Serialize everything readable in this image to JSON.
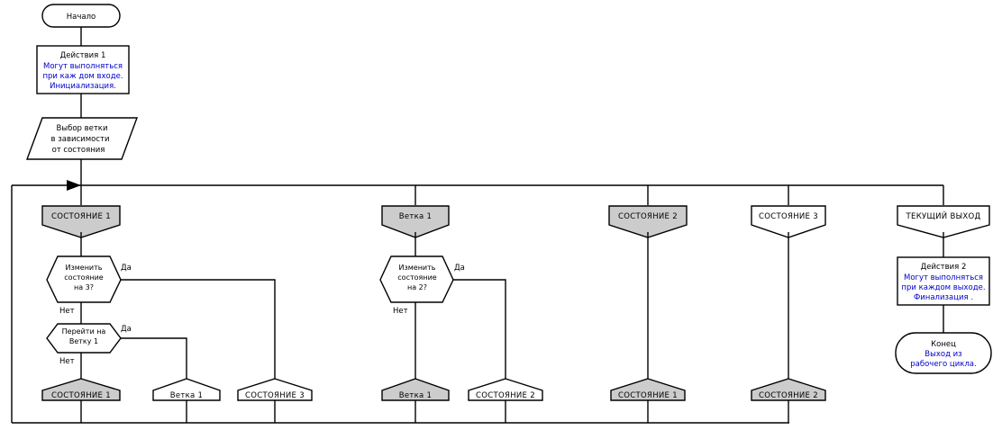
{
  "diagram": {
    "title_language": "ru",
    "colors": {
      "shape_fill": "#ffffff",
      "shape_fill_active": "#cccccc",
      "stroke": "#000000",
      "note_text": "#0000cc",
      "label_text": "#000000",
      "background": "#ffffff"
    },
    "start_node": {
      "label": "Начало"
    },
    "action1_box": {
      "title": "Действия 1",
      "note_line1": "Могут выполняться",
      "note_line2": "при каж дом входе.",
      "note_line3": "Инициализация."
    },
    "branch_selector": {
      "line1": "Выбор ветки",
      "line2": "в зависимости",
      "line3": "от состояния"
    },
    "top_row": [
      {
        "label": "СОСТОЯНИЕ 1",
        "active": true
      },
      {
        "label": "Ветка 1",
        "active": true
      },
      {
        "label": "СОСТОЯНИЕ 2",
        "active": true
      },
      {
        "label": "СОСТОЯНИЕ 3",
        "active": false
      },
      {
        "label": "ТЕКУЩИЙ ВЫХОД",
        "active": false
      }
    ],
    "decision_state1": {
      "line1": "Изменить",
      "line2": "состояние",
      "line3": "на 3?",
      "yes_label": "Да",
      "no_label": "Нет"
    },
    "decision_branch1": {
      "line1": "Перейти на",
      "line2": "Ветку 1",
      "yes_label": "Да",
      "no_label": "Нет"
    },
    "decision_state2": {
      "line1": "Изменить",
      "line2": "состояние",
      "line3": "на 2?",
      "yes_label": "Да",
      "no_label": "Нет"
    },
    "bottom_row": [
      {
        "label": "СОСТОЯНИЕ 1",
        "active": true
      },
      {
        "label": "Ветка 1",
        "active": false
      },
      {
        "label": "СОСТОЯНИЕ 3",
        "active": false
      },
      {
        "label": "Ветка 1",
        "active": true
      },
      {
        "label": "СОСТОЯНИЕ 2",
        "active": false
      },
      {
        "label": "СОСТОЯНИЕ 1",
        "active": true
      },
      {
        "label": "СОСТОЯНИЕ 2",
        "active": true
      }
    ],
    "action2_box": {
      "title": "Действия 2",
      "note_line1": "Могут выполняться",
      "note_line2": "при каждом выходе.",
      "note_line3": "Финализация ."
    },
    "end_node": {
      "title": "Конец",
      "note_line1": "Выход из",
      "note_line2": "рабочего цикла."
    }
  }
}
